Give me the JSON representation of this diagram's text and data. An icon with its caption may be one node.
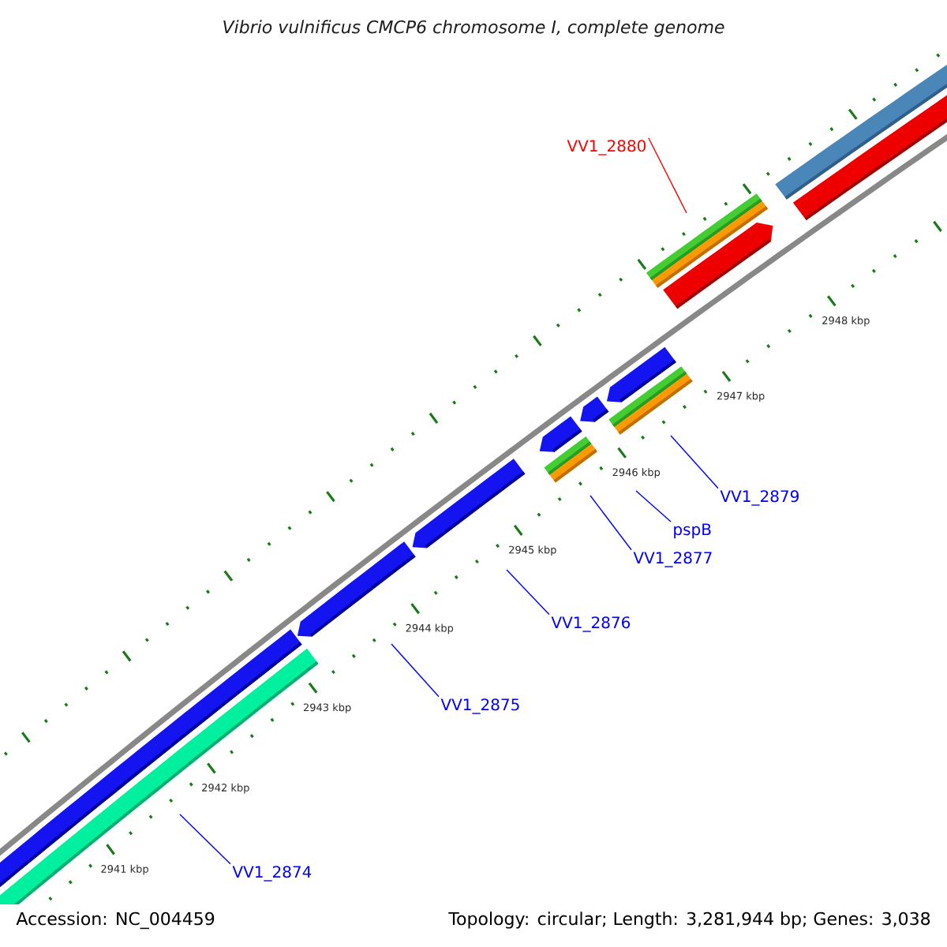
{
  "diagram": {
    "title": "Vibrio vulnificus CMCP6 chromosome I, complete genome",
    "nodes": [
      {
        "text": [
          "VV1_2880"
        ]
      },
      {
        "text": [
          "VV1_2879"
        ]
      },
      {
        "text": [
          "pspB"
        ]
      },
      {
        "text": [
          "VV1_2877"
        ]
      },
      {
        "text": [
          "VV1_2876"
        ]
      },
      {
        "text": [
          "VV1_2875"
        ]
      },
      {
        "text": [
          "VV1_2874"
        ]
      }
    ],
    "edges": [
      {
        "from": 0,
        "to": null,
        "arrow": "none",
        "color": "#ff0000"
      },
      {
        "from": 1,
        "to": null,
        "arrow": "none"
      },
      {
        "from": 2,
        "to": null,
        "arrow": "none"
      },
      {
        "from": 3,
        "to": null,
        "arrow": "none"
      },
      {
        "from": 4,
        "to": null,
        "arrow": "none"
      },
      {
        "from": 5,
        "to": null,
        "arrow": "none"
      },
      {
        "from": 6,
        "to": null,
        "arrow": "none"
      }
    ],
    "labels": [
      "2948 kbp",
      "2947 kbp",
      "2946 kbp",
      "2945 kbp",
      "2944 kbp",
      "2943 kbp",
      "2942 kbp",
      "2941 kbp",
      "Accession: NC_004459",
      "Topology: circular; Length: 3,281,944 bp; Genes: 3,038"
    ]
  }
}
